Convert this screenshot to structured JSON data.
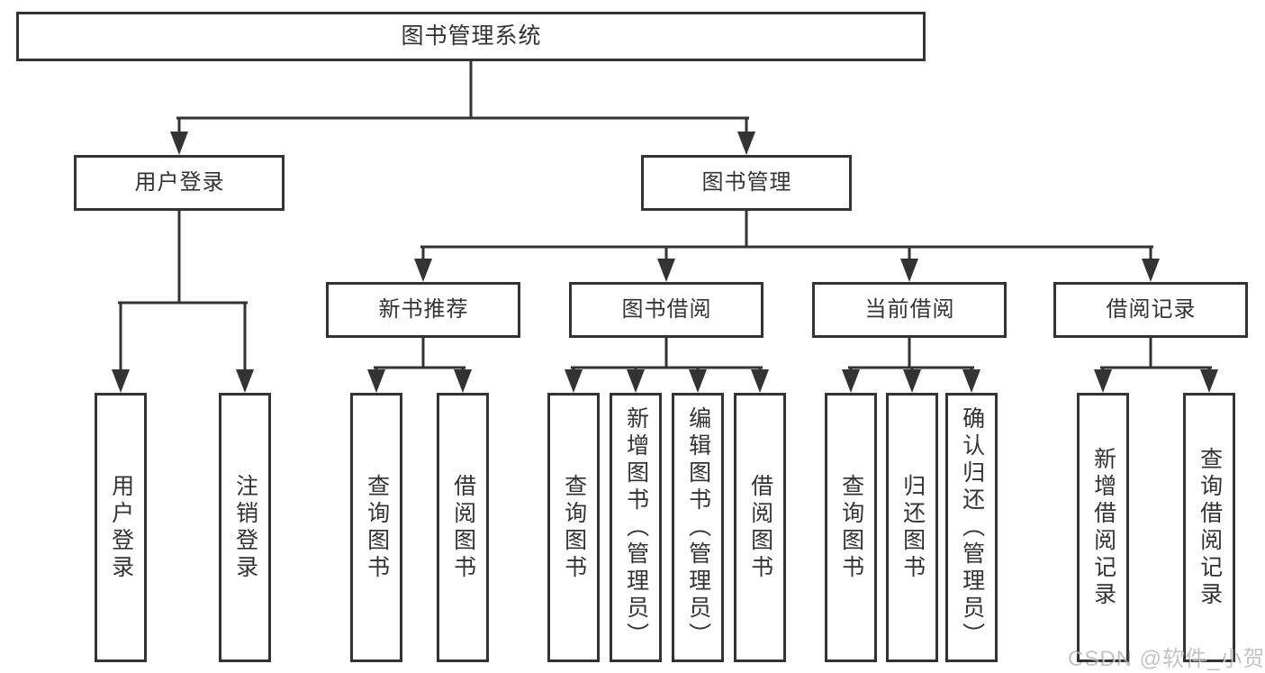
{
  "tree": {
    "label": "图书管理系统",
    "children": [
      {
        "label": "用户登录",
        "children": [
          {
            "label": "用户登录"
          },
          {
            "label": "注销登录"
          }
        ]
      },
      {
        "label": "图书管理",
        "children": [
          {
            "label": "新书推荐",
            "children": [
              {
                "label": "查询图书"
              },
              {
                "label": "借阅图书"
              }
            ]
          },
          {
            "label": "图书借阅",
            "children": [
              {
                "label": "查询图书"
              },
              {
                "label": "新增图书（管理员）"
              },
              {
                "label": "编辑图书（管理员）"
              },
              {
                "label": "借阅图书"
              }
            ]
          },
          {
            "label": "当前借阅",
            "children": [
              {
                "label": "查询图书"
              },
              {
                "label": "归还图书"
              },
              {
                "label": "确认归还（管理员）"
              }
            ]
          },
          {
            "label": "借阅记录",
            "children": [
              {
                "label": "新增借阅记录"
              },
              {
                "label": "查询借阅记录"
              }
            ]
          }
        ]
      }
    ]
  },
  "watermark": {
    "text": "CSDN @软件_小贺同学"
  },
  "colors": {
    "line": "#333333",
    "box_border": "#333333",
    "text": "#333333",
    "background": "#ffffff",
    "watermark": "#c2c2c2"
  }
}
